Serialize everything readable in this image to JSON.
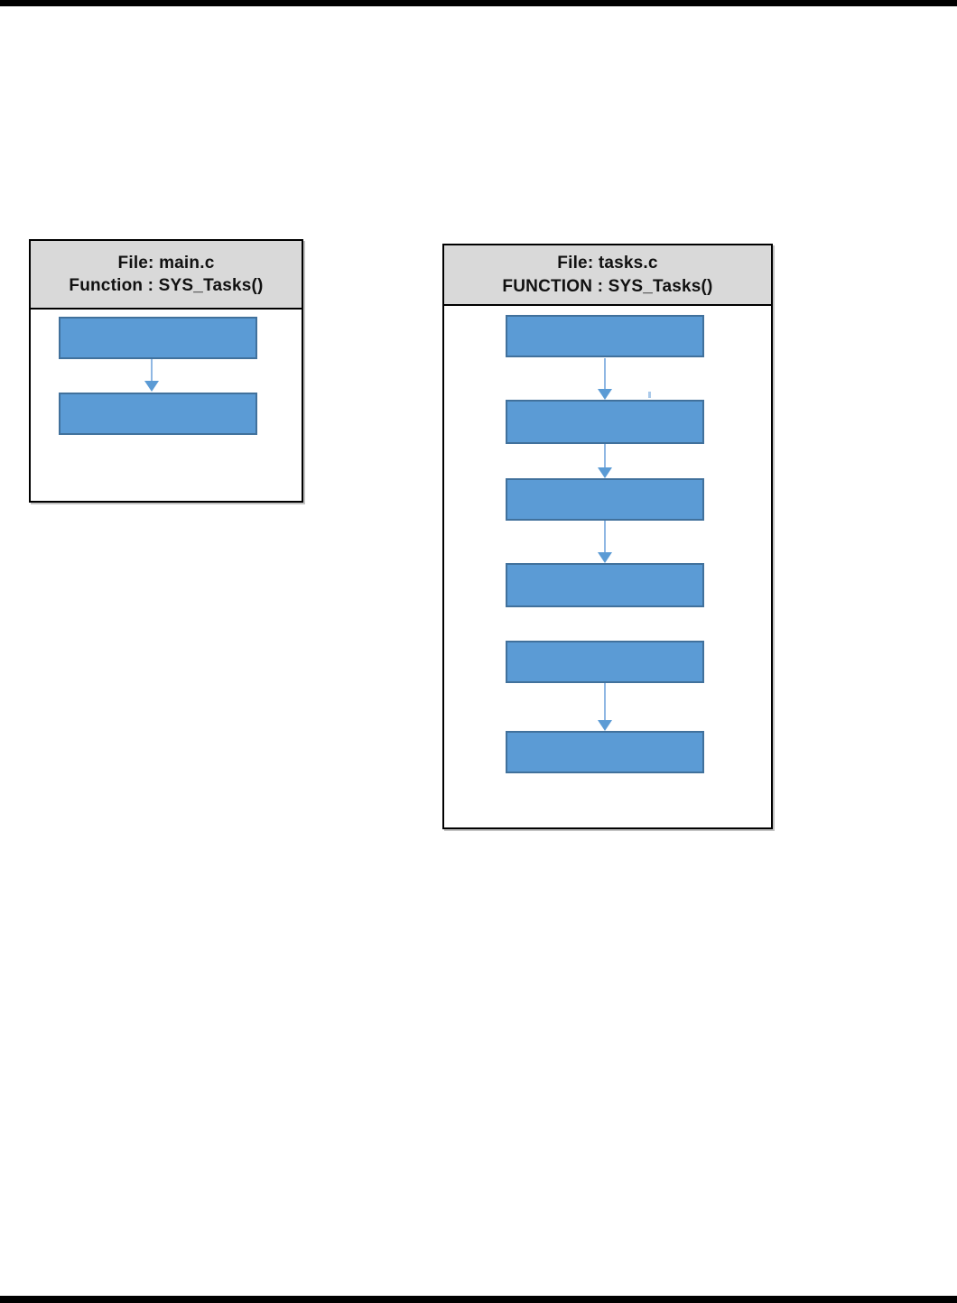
{
  "document": {
    "background_color": "#ffffff",
    "top_bar_color": "#000000",
    "bottom_bar_color": "#000000"
  },
  "colors": {
    "flow_box_fill": "#5b9bd5",
    "flow_box_border": "#41719c",
    "header_fill": "#d9d9d9",
    "panel_border": "#000000",
    "arrow_shaft": "#8fb7e3",
    "arrow_head": "#5b9bd5"
  },
  "left_flowchart": {
    "header": {
      "line1": "File: main.c",
      "line2": "Function : SYS_Tasks()"
    },
    "steps": [
      {
        "label": "",
        "arrow_to_next": true
      },
      {
        "label": "",
        "arrow_to_next": false
      }
    ]
  },
  "right_flowchart": {
    "header": {
      "line1": "File: tasks.c",
      "line2": "FUNCTION : SYS_Tasks()"
    },
    "steps": [
      {
        "label": "",
        "arrow_to_next": true
      },
      {
        "label": "",
        "arrow_to_next": true
      },
      {
        "label": "",
        "arrow_to_next": true
      },
      {
        "label": "",
        "arrow_to_next": false
      },
      {
        "label": "",
        "arrow_to_next": true
      },
      {
        "label": "",
        "arrow_to_next": false
      }
    ]
  }
}
